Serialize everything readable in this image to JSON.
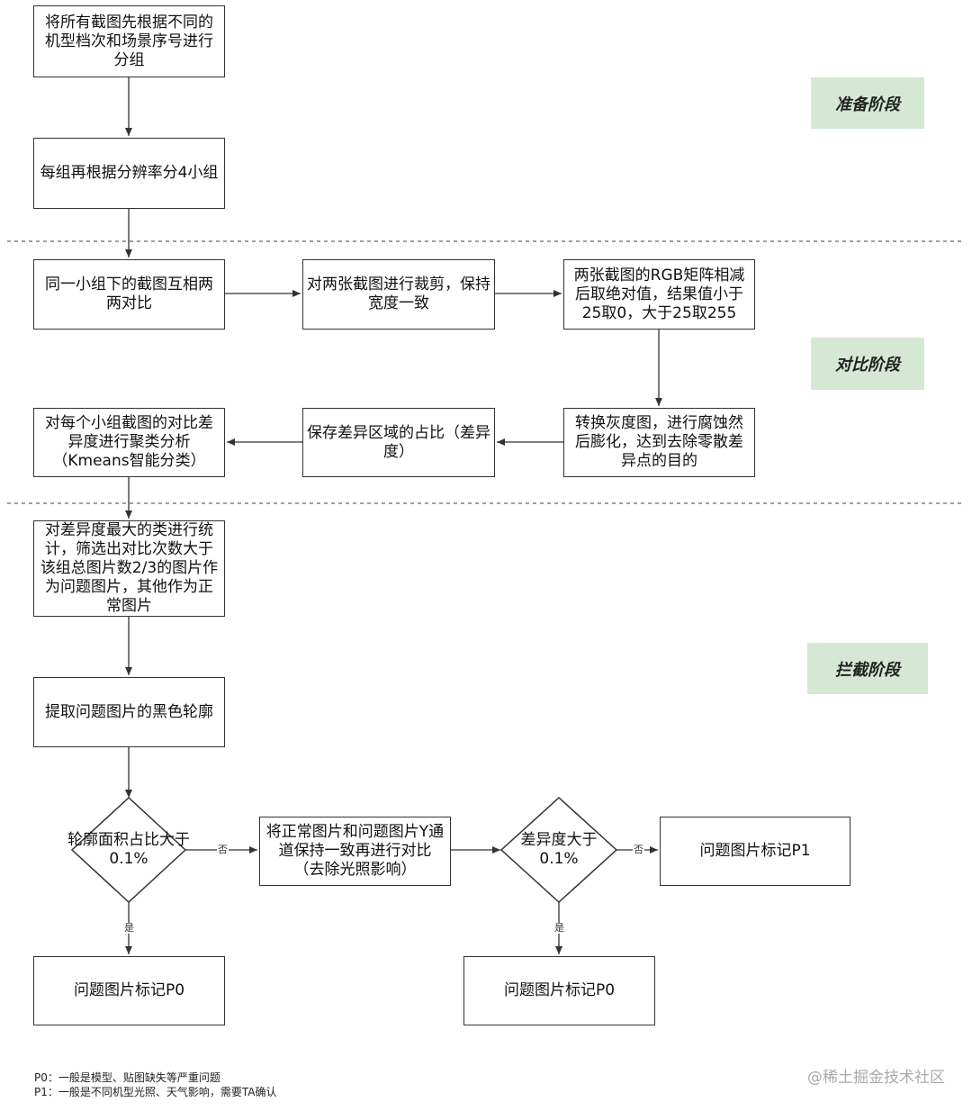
{
  "stages": {
    "prepare": "准备阶段",
    "compare": "对比阶段",
    "intercept": "拦截阶段"
  },
  "nodes": {
    "group_by_model": "将所有截图先根据不同的机型档次和场景序号进行分组",
    "subgroup_by_resolution": "每组再根据分辨率分4小组",
    "pairwise_compare": "同一小组下的截图互相两两对比",
    "crop": "对两张截图进行裁剪，保持宽度一致",
    "rgb_diff": "两张截图的RGB矩阵相减后取绝对值，结果值小于25取0，大于25取255",
    "grayscale": "转换灰度图，进行腐蚀然后膨化，达到去除零散差异点的目的",
    "save_ratio": "保存差异区域的占比（差异度）",
    "kmeans": "对每个小组截图的对比差异度进行聚类分析（Kmeans智能分类）",
    "stat": "对差异度最大的类进行统计，筛选出对比次数大于该组总图片数2/3的图片作为问题图片，其他作为正常图片",
    "contour": "提取问题图片的黑色轮廓",
    "decision_area": "轮廓面积占比大于0.1%",
    "y_channel": "将正常图片和问题图片Y通道保持一致再进行对比（去除光照影响）",
    "decision_diff": "差异度大于0.1%",
    "mark_p1": "问题图片标记P1",
    "mark_p0_left": "问题图片标记P0",
    "mark_p0_right": "问题图片标记P0"
  },
  "edge_labels": {
    "no_1": "否",
    "yes_1": "是",
    "no_2": "否",
    "yes_2": "是"
  },
  "notes": {
    "p0": "P0：一般是模型、贴图缺失等严重问题",
    "p1": "P1：一般是不同机型光照、天气影响，需要TA确认"
  },
  "watermark": "@稀土掘金技术社区",
  "colors": {
    "stage_fill": "#d5e8d4",
    "line": "#333333",
    "separator": "#666666"
  }
}
